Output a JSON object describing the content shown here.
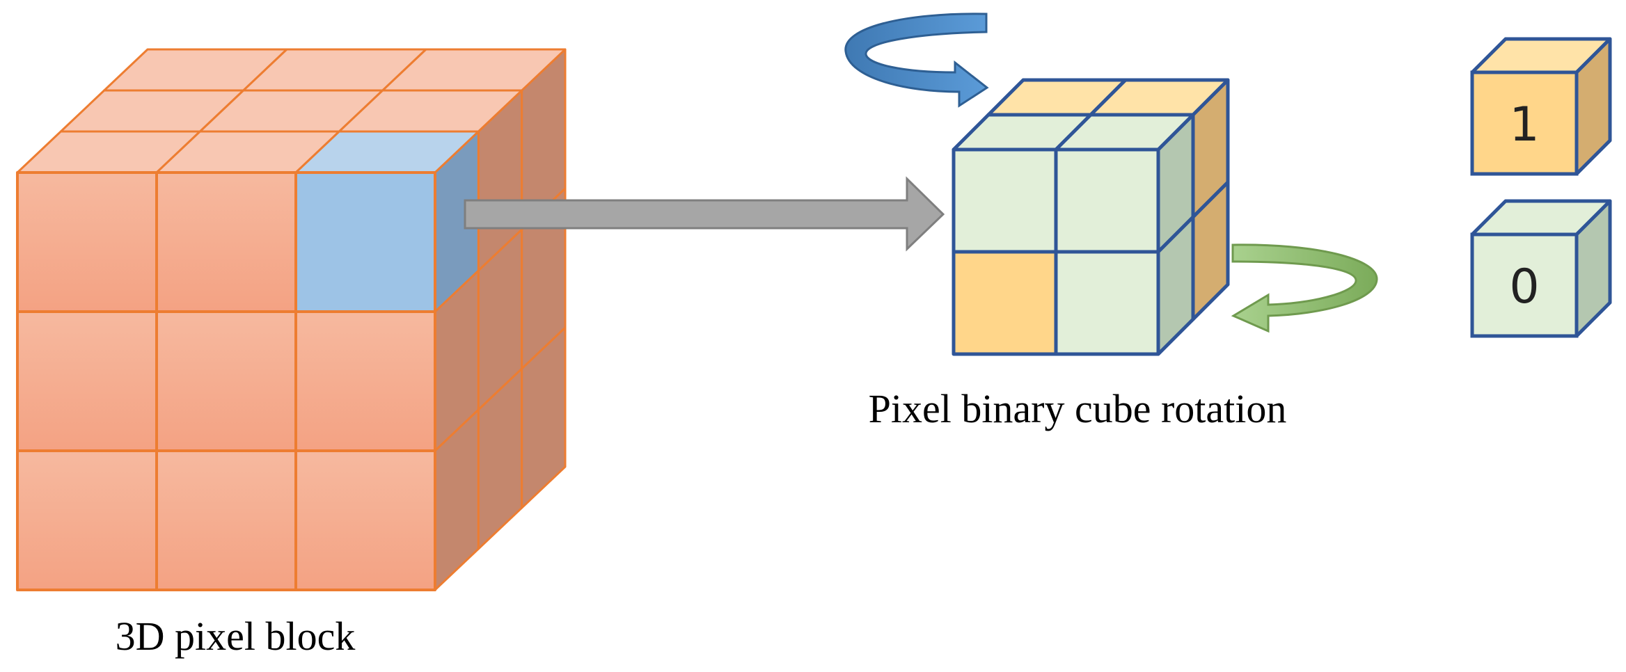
{
  "captions": {
    "left": "3D pixel block",
    "right": "Pixel binary cube rotation"
  },
  "legend": {
    "one": "1",
    "zero": "0"
  },
  "icons": {
    "rotation_top": "curved-arrow-blue-icon",
    "rotation_bottom": "curved-arrow-green-icon",
    "transfer": "right-arrow-gray-icon"
  },
  "colors": {
    "block_front": "#f4ab8c",
    "block_top": "#f8c7b2",
    "block_side": "#c4876d",
    "block_edge": "#ed7d31",
    "highlight_front": "#9dc3e6",
    "highlight_top": "#b8d3ec",
    "highlight_side": "#7a9bbd",
    "bit_zero_front": "#e2efd9",
    "bit_zero_top": "#e2efd9",
    "bit_zero_side": "#b4c7b0",
    "bit_one_front": "#ffd68a",
    "bit_one_top": "#ffe3a8",
    "bit_one_side": "#d4ad70",
    "cube_edge": "#2f5597",
    "arrow_gray": "#a6a6a6",
    "arrow_blue": "#4a89c8",
    "arrow_green": "#8fbc6a"
  }
}
